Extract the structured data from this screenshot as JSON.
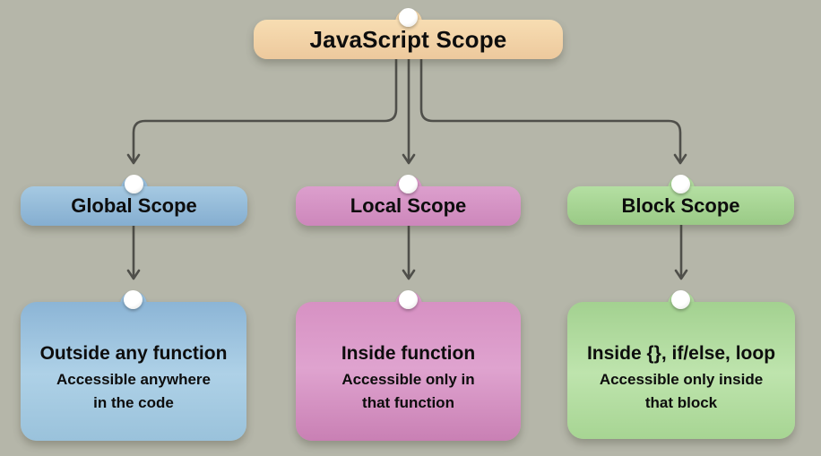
{
  "colors": {
    "background": "#b5b6a9",
    "arrow": "#4f4f4a",
    "root_fill": "#f2d3a8",
    "global_fill": "#8fb9da",
    "local_fill": "#d793c4",
    "block_fill": "#a9d795",
    "pin_fill": "#ffffff",
    "text": "#0d0d0d"
  },
  "root": {
    "title": "JavaScript Scope"
  },
  "branches": [
    {
      "title": "Global Scope",
      "detail_heading": "Outside any function",
      "detail_line1": "Accessible anywhere",
      "detail_line2": "in the code"
    },
    {
      "title": "Local Scope",
      "detail_heading": "Inside function",
      "detail_line1": "Accessible only in",
      "detail_line2": "that function"
    },
    {
      "title": "Block Scope",
      "detail_heading": "Inside {}, if/else, loop",
      "detail_line1": "Accessible only inside",
      "detail_line2": "that block"
    }
  ]
}
